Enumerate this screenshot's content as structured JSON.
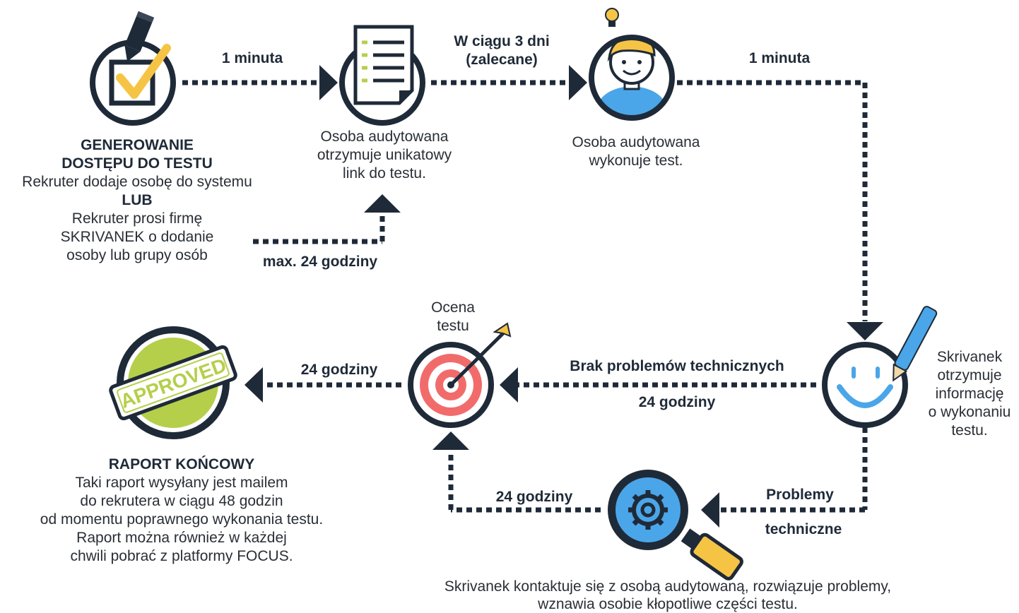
{
  "steps": {
    "generate": {
      "title_lines": [
        "GENEROWANIE",
        "DOSTĘPU DO TESTU"
      ],
      "desc1": "Rekruter dodaje osobę do systemu",
      "or": "LUB",
      "desc2_lines": [
        "Rekruter prosi firmę",
        "SKRIVANEK o dodanie",
        "osoby lub grupy osób"
      ]
    },
    "link": {
      "lines": [
        "Osoba audytowana",
        "otrzymuje unikatowy",
        "link do testu."
      ]
    },
    "test": {
      "lines": [
        "Osoba audytowana",
        "wykonuje test."
      ]
    },
    "notified": {
      "lines": [
        "Skrivanek",
        "otrzymuje",
        "informację",
        "o wykonaniu",
        "testu."
      ]
    },
    "evaluation": {
      "lines": [
        "Ocena",
        "testu"
      ]
    },
    "report": {
      "title": "RAPORT KOŃCOWY",
      "lines": [
        "Taki raport wysyłany jest mailem",
        "do rekrutera w ciągu 48 godzin",
        "od momentu poprawnego wykonania testu.",
        "Raport można również w każdej",
        "chwili pobrać z platformy FOCUS."
      ],
      "stamp_text": "APPROVED"
    },
    "support": {
      "lines": [
        "Skrivanek kontaktuje się z osobą audytowaną, rozwiązuje problemy,",
        "wznawia osobie kłopotliwe części testu."
      ]
    }
  },
  "connectors": {
    "gen_to_link": "1 minuta",
    "link_to_test_lines": [
      "W ciągu 3 dni",
      "(zalecane)"
    ],
    "test_to_notified": "1 minuta",
    "request_delay": "max. 24 godziny",
    "no_problems": "Brak problemów technicznych",
    "no_problems_time": "24 godziny",
    "eval_to_report": "24 godziny",
    "problems_lines": [
      "Problemy",
      "techniczne"
    ],
    "support_to_eval": "24 godziny"
  },
  "colors": {
    "dark": "#1f2a38",
    "yellow": "#f6c445",
    "blue": "#4aa6e8",
    "red": "#f26b6b",
    "green": "#b5cf4a"
  }
}
